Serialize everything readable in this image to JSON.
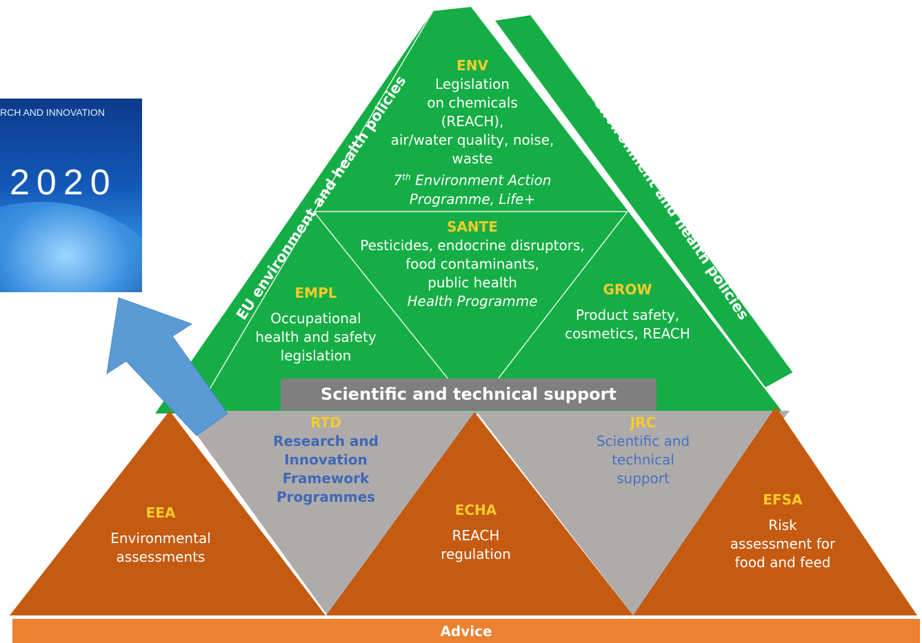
{
  "horizon_badge": {
    "caption": "RCH AND INNOVATION",
    "year": "2020"
  },
  "side_labels": {
    "left": "EU environment and health policies",
    "right": "EU environment and health policies"
  },
  "env": {
    "head": "ENV",
    "l1": "Legislation",
    "l2": "on chemicals",
    "l3": "(REACH),",
    "l4": "air/water quality, noise,",
    "l5": "waste",
    "sup": "th",
    "l6_num": "7",
    "l6": " Environment Action",
    "l7": "Programme, Life+"
  },
  "sante": {
    "head": "SANTE",
    "l1": "Pesticides, endocrine disruptors,",
    "l2": "food contaminants,",
    "l3": "public health",
    "l4": "Health Programme"
  },
  "empl": {
    "head": "EMPL",
    "l1": "Occupational",
    "l2": "health and safety",
    "l3": "legislation"
  },
  "grow": {
    "head": "GROW",
    "l1": "Product safety,",
    "l2": "cosmetics, REACH"
  },
  "support_bar": "Scientific and technical support",
  "rtd": {
    "head": "RTD",
    "l1": "Research and",
    "l2": "Innovation",
    "l3": "Framework",
    "l4": "Programmes"
  },
  "jrc": {
    "head": "JRC",
    "l1": "Scientific and",
    "l2": "technical",
    "l3": "support"
  },
  "eea": {
    "head": "EEA",
    "l1": "Environmental",
    "l2": "assessments"
  },
  "echa": {
    "head": "ECHA",
    "l1": "REACH",
    "l2": "regulation"
  },
  "efsa": {
    "head": "EFSA",
    "l1": "Risk",
    "l2": "assessment for",
    "l3": "food and feed"
  },
  "advice": "Advice",
  "colors": {
    "green": "#15ad45",
    "orange": "#c55a11",
    "gray": "#afabab",
    "advice": "#ec8131",
    "yellow": "#f5cc2b",
    "blue_arrow": "#5b9bd5"
  }
}
